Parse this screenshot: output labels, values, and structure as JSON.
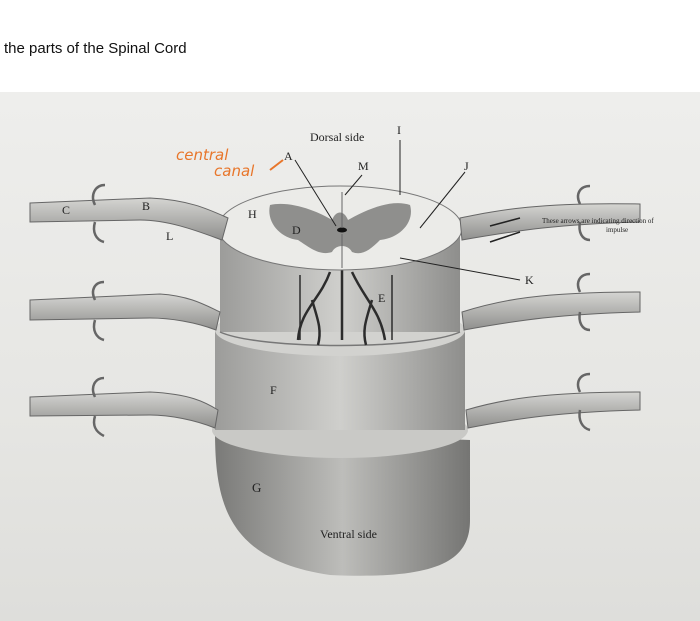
{
  "page": {
    "heading": "the parts of the Spinal Cord"
  },
  "diagram": {
    "labels": {
      "A": "A",
      "B": "B",
      "C": "C",
      "D": "D",
      "E": "E",
      "F": "F",
      "G": "G",
      "H": "H",
      "I": "I",
      "J": "J",
      "K": "K",
      "L": "L",
      "M": "M"
    },
    "dorsal_side": "Dorsal side",
    "ventral_side": "Ventral side",
    "arrow_note_line1": "These arrows are indicating direction of",
    "arrow_note_line2": "impulse",
    "handwritten_line1": "central",
    "handwritten_line2": "canal",
    "handwriting_color": "#e8762b"
  }
}
